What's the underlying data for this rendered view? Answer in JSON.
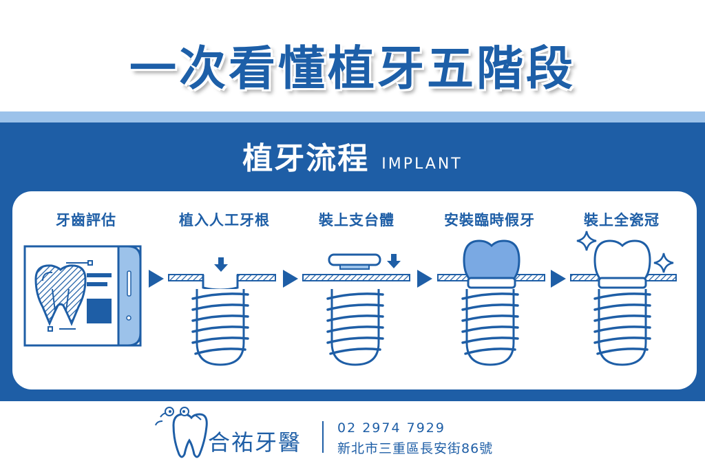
{
  "title": "一次看懂植牙五階段",
  "subtitle": {
    "cn": "植牙流程",
    "en": "IMPLANT"
  },
  "steps": [
    {
      "label": "牙齒評估"
    },
    {
      "label": "植入人工牙根"
    },
    {
      "label": "裝上支台體"
    },
    {
      "label": "安裝臨時假牙"
    },
    {
      "label": "裝上全瓷冠"
    }
  ],
  "footer": {
    "clinic_name": "合祐牙醫",
    "phone": "02 2974 7929",
    "address": "新北市三重區長安街86號"
  },
  "colors": {
    "primary": "#1e5ea6",
    "light": "#9cc2ea",
    "crown_temp": "#7aa9e3"
  }
}
